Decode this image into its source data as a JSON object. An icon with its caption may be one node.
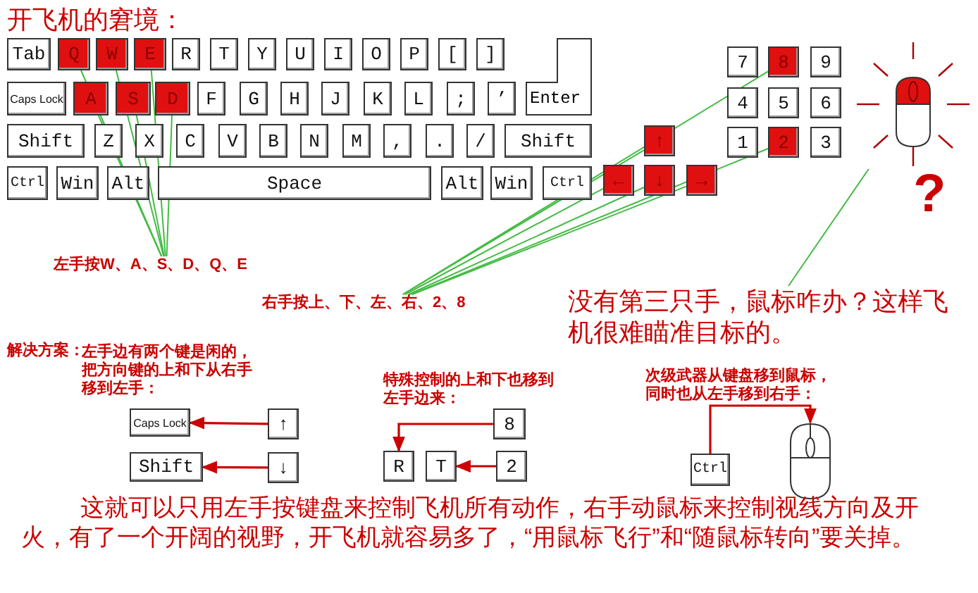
{
  "diagram": {
    "title": "开飞机的窘境：",
    "nodes": [
      {
        "text": [
          "Tab"
        ]
      },
      {
        "text": [
          "Q"
        ]
      },
      {
        "text": [
          "W"
        ]
      },
      {
        "text": [
          "E"
        ]
      },
      {
        "text": [
          "R"
        ]
      },
      {
        "text": [
          "T"
        ]
      },
      {
        "text": [
          "Y"
        ]
      },
      {
        "text": [
          "U"
        ]
      },
      {
        "text": [
          "I"
        ]
      },
      {
        "text": [
          "O"
        ]
      },
      {
        "text": [
          "P"
        ]
      },
      {
        "text": [
          "["
        ]
      },
      {
        "text": [
          "]"
        ]
      },
      {
        "text": [
          "Caps Lock"
        ]
      },
      {
        "text": [
          "A"
        ]
      },
      {
        "text": [
          "S"
        ]
      },
      {
        "text": [
          "D"
        ]
      },
      {
        "text": [
          "F"
        ]
      },
      {
        "text": [
          "G"
        ]
      },
      {
        "text": [
          "H"
        ]
      },
      {
        "text": [
          "J"
        ]
      },
      {
        "text": [
          "K"
        ]
      },
      {
        "text": [
          "L"
        ]
      },
      {
        "text": [
          ";"
        ]
      },
      {
        "text": [
          "’"
        ]
      },
      {
        "text": [
          "Enter"
        ]
      },
      {
        "text": [
          "Shift"
        ]
      },
      {
        "text": [
          "Z"
        ]
      },
      {
        "text": [
          "X"
        ]
      },
      {
        "text": [
          "C"
        ]
      },
      {
        "text": [
          "V"
        ]
      },
      {
        "text": [
          "B"
        ]
      },
      {
        "text": [
          "N"
        ]
      },
      {
        "text": [
          "M"
        ]
      },
      {
        "text": [
          ","
        ]
      },
      {
        "text": [
          "."
        ]
      },
      {
        "text": [
          "/"
        ]
      },
      {
        "text": [
          "Shift"
        ]
      },
      {
        "text": [
          "Ctrl"
        ]
      },
      {
        "text": [
          "Win"
        ]
      },
      {
        "text": [
          "Alt"
        ]
      },
      {
        "text": [
          "Space"
        ]
      },
      {
        "text": [
          "Alt"
        ]
      },
      {
        "text": [
          "Win"
        ]
      },
      {
        "text": [
          "Ctrl"
        ]
      },
      {
        "text": [
          "↑"
        ]
      },
      {
        "text": [
          "←"
        ]
      },
      {
        "text": [
          "↓"
        ]
      },
      {
        "text": [
          "→"
        ]
      },
      {
        "text": [
          "7"
        ]
      },
      {
        "text": [
          "8"
        ]
      },
      {
        "text": [
          "9"
        ]
      },
      {
        "text": [
          "4"
        ]
      },
      {
        "text": [
          "5"
        ]
      },
      {
        "text": [
          "6"
        ]
      },
      {
        "text": [
          "1"
        ]
      },
      {
        "text": [
          "2"
        ]
      },
      {
        "text": [
          "3"
        ]
      },
      {
        "text": [],
        "shape": "picture"
      },
      {
        "text": [
          "左手按W、A、S、D、Q、E"
        ]
      },
      {
        "text": [
          "右手按上、下、左、右、2、8"
        ]
      },
      {
        "text": [
          "没有第三只手，鼠标咋办？这样飞机很难瞄准目标的。"
        ]
      },
      {
        "text": [
          "Caps Lock"
        ]
      },
      {
        "text": [
          "↑"
        ]
      },
      {
        "text": [
          "Shift"
        ]
      },
      {
        "text": [
          "↓"
        ]
      },
      {
        "text": [
          "8"
        ]
      },
      {
        "text": [
          "R"
        ]
      },
      {
        "text": [
          "T"
        ]
      },
      {
        "text": [
          "2"
        ]
      },
      {
        "text": [
          "Ctrl"
        ]
      },
      {
        "text": [],
        "shape": "picture"
      }
    ],
    "edges": [
      {
        "from": 59,
        "to": 1,
        "arrow": "none"
      },
      {
        "from": 59,
        "to": 2,
        "arrow": "none"
      },
      {
        "from": 59,
        "to": 3,
        "arrow": "none"
      },
      {
        "from": 59,
        "to": 14,
        "arrow": "none"
      },
      {
        "from": 59,
        "to": 15,
        "arrow": "none"
      },
      {
        "from": 59,
        "to": 16,
        "arrow": "none"
      },
      {
        "from": 60,
        "to": 45,
        "arrow": "none"
      },
      {
        "from": 60,
        "to": 46,
        "arrow": "none"
      },
      {
        "from": 60,
        "to": 47,
        "arrow": "none"
      },
      {
        "from": 60,
        "to": 48,
        "arrow": "none"
      },
      {
        "from": 60,
        "to": 56,
        "arrow": "none"
      },
      {
        "from": 60,
        "to": 50,
        "arrow": "none"
      },
      {
        "from": 61,
        "to": 58,
        "arrow": "none"
      },
      {
        "from": 63,
        "to": 62,
        "arrow": "to",
        "color": "#cc0000"
      },
      {
        "from": 65,
        "to": 64,
        "arrow": "to",
        "color": "#cc0000"
      },
      {
        "from": 66,
        "to": 67,
        "arrow": "to",
        "color": "#cc0000"
      },
      {
        "from": 69,
        "to": 68,
        "arrow": "to",
        "color": "#cc0000"
      },
      {
        "from": 70,
        "to": 71,
        "arrow": "to",
        "color": "#cc0000"
      }
    ],
    "labels": [
      "?",
      "解决方案：",
      "左手边有两个键是闲的，把方向键的上和下从右手移到左手：",
      "特殊控制的上和下也移到左手边来：",
      "次级武器从键盘移到鼠标，同时也从左手移到右手：",
      "这就可以只用左手按键盘来控制飞机所有动作，右手动鼠标来控制视线方向及开火，有了一个开阔的视野，开飞机就容易多了，“用鼠标飞行”和“随鼠标转向”要关掉。"
    ]
  }
}
